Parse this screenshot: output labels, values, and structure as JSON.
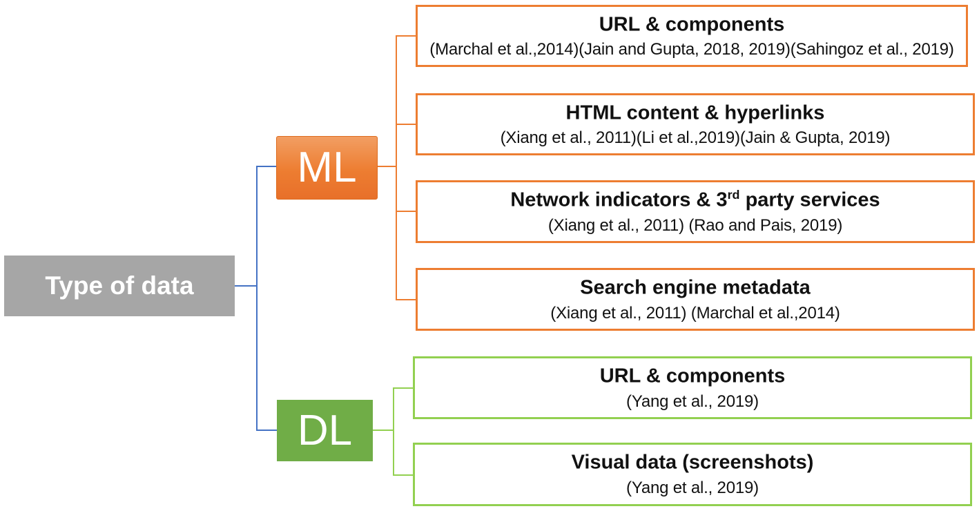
{
  "colors": {
    "orange": "#ED7D31",
    "orange_light": "#F29E63",
    "orange_dark": "#E8702A",
    "green_fill": "#70AD47",
    "green_border": "#92D050",
    "blue": "#4472C4",
    "gray": "#A6A6A6"
  },
  "root": {
    "label": "Type of data"
  },
  "ml": {
    "label": "ML",
    "boxes": [
      {
        "title_pre": "URL & components",
        "title_sup": "",
        "title_post": "",
        "citation": "(Marchal et al.,2014)(Jain and Gupta, 2018, 2019)(Sahingoz et al., 2019)"
      },
      {
        "title_pre": "HTML content & hyperlinks",
        "title_sup": "",
        "title_post": "",
        "citation": "(Xiang et al., 2011)(Li et al.,2019)(Jain & Gupta, 2019)"
      },
      {
        "title_pre": "Network indicators & 3",
        "title_sup": "rd",
        "title_post": " party services",
        "citation": "(Xiang et al., 2011) (Rao and Pais, 2019)"
      },
      {
        "title_pre": "Search engine metadata",
        "title_sup": "",
        "title_post": "",
        "citation": "(Xiang et al., 2011) (Marchal et al.,2014)"
      }
    ]
  },
  "dl": {
    "label": "DL",
    "boxes": [
      {
        "title_pre": "URL & components",
        "title_sup": "",
        "title_post": "",
        "citation": "(Yang et al., 2019)"
      },
      {
        "title_pre": "Visual data  (screenshots)",
        "title_sup": "",
        "title_post": "",
        "citation": "(Yang et al., 2019)"
      }
    ]
  }
}
